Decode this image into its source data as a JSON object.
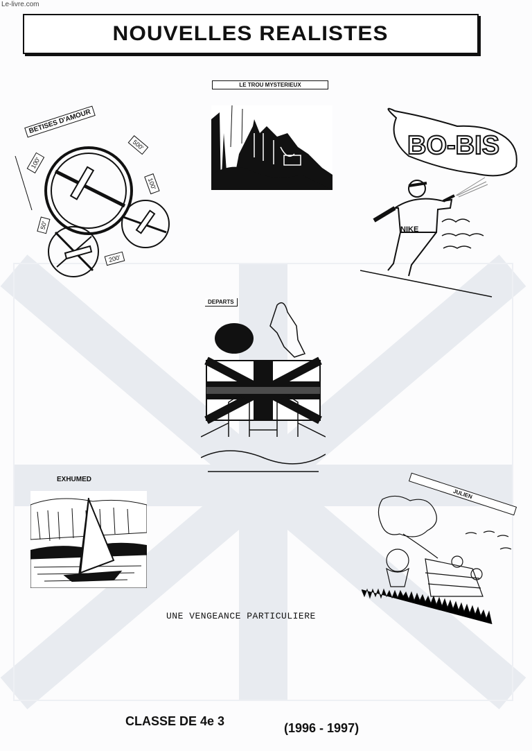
{
  "watermark": "Le-livre.com",
  "header": {
    "title": "NOUVELLES  REALISTES"
  },
  "panels": {
    "betises": {
      "label": "BETISES D'AMOUR",
      "prices": [
        "100'",
        "500'",
        "100'",
        "50'",
        "200'"
      ]
    },
    "trou": {
      "label": "LE TROU MYSTERIEUX"
    },
    "bobis": {
      "graffiti": "BO-BIS",
      "shirt": "NIKE"
    },
    "departs": {
      "label": "DEPARTS"
    },
    "exhumed": {
      "label": "EXHUMED"
    },
    "julien": {
      "label": "JULIEN"
    }
  },
  "caption": "UNE VENGEANCE PARTICULIERE",
  "footer": {
    "class_label": "CLASSE DE 4e 3",
    "years": "(1996 - 1997)"
  },
  "colors": {
    "ink": "#111111",
    "paper": "#fcfcfd",
    "ghost": "#e6e9ef"
  }
}
